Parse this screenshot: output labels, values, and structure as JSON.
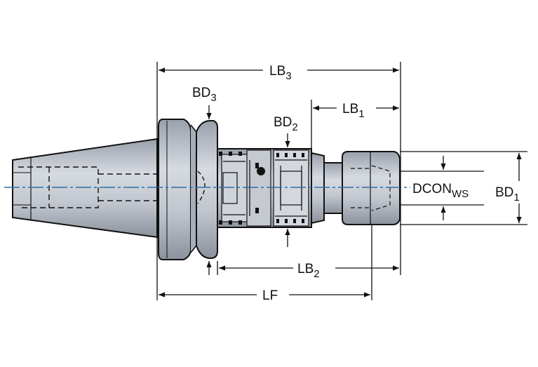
{
  "diagram": {
    "labels": {
      "lb3": {
        "main": "LB",
        "sub": "3"
      },
      "bd3": {
        "main": "BD",
        "sub": "3"
      },
      "bd2": {
        "main": "BD",
        "sub": "2"
      },
      "lb1": {
        "main": "LB",
        "sub": "1"
      },
      "dcon": {
        "main": "DCON",
        "sub": "WS"
      },
      "bd1": {
        "main": "BD",
        "sub": "1"
      },
      "lb2": {
        "main": "LB",
        "sub": "2"
      },
      "lf": {
        "main": "LF",
        "sub": ""
      }
    },
    "colors": {
      "body_fill": "#b9bec8",
      "body_light": "#d3d7de",
      "body_dark": "#8e949f",
      "outline": "#111111",
      "centerline": "#2f6fa8"
    }
  }
}
